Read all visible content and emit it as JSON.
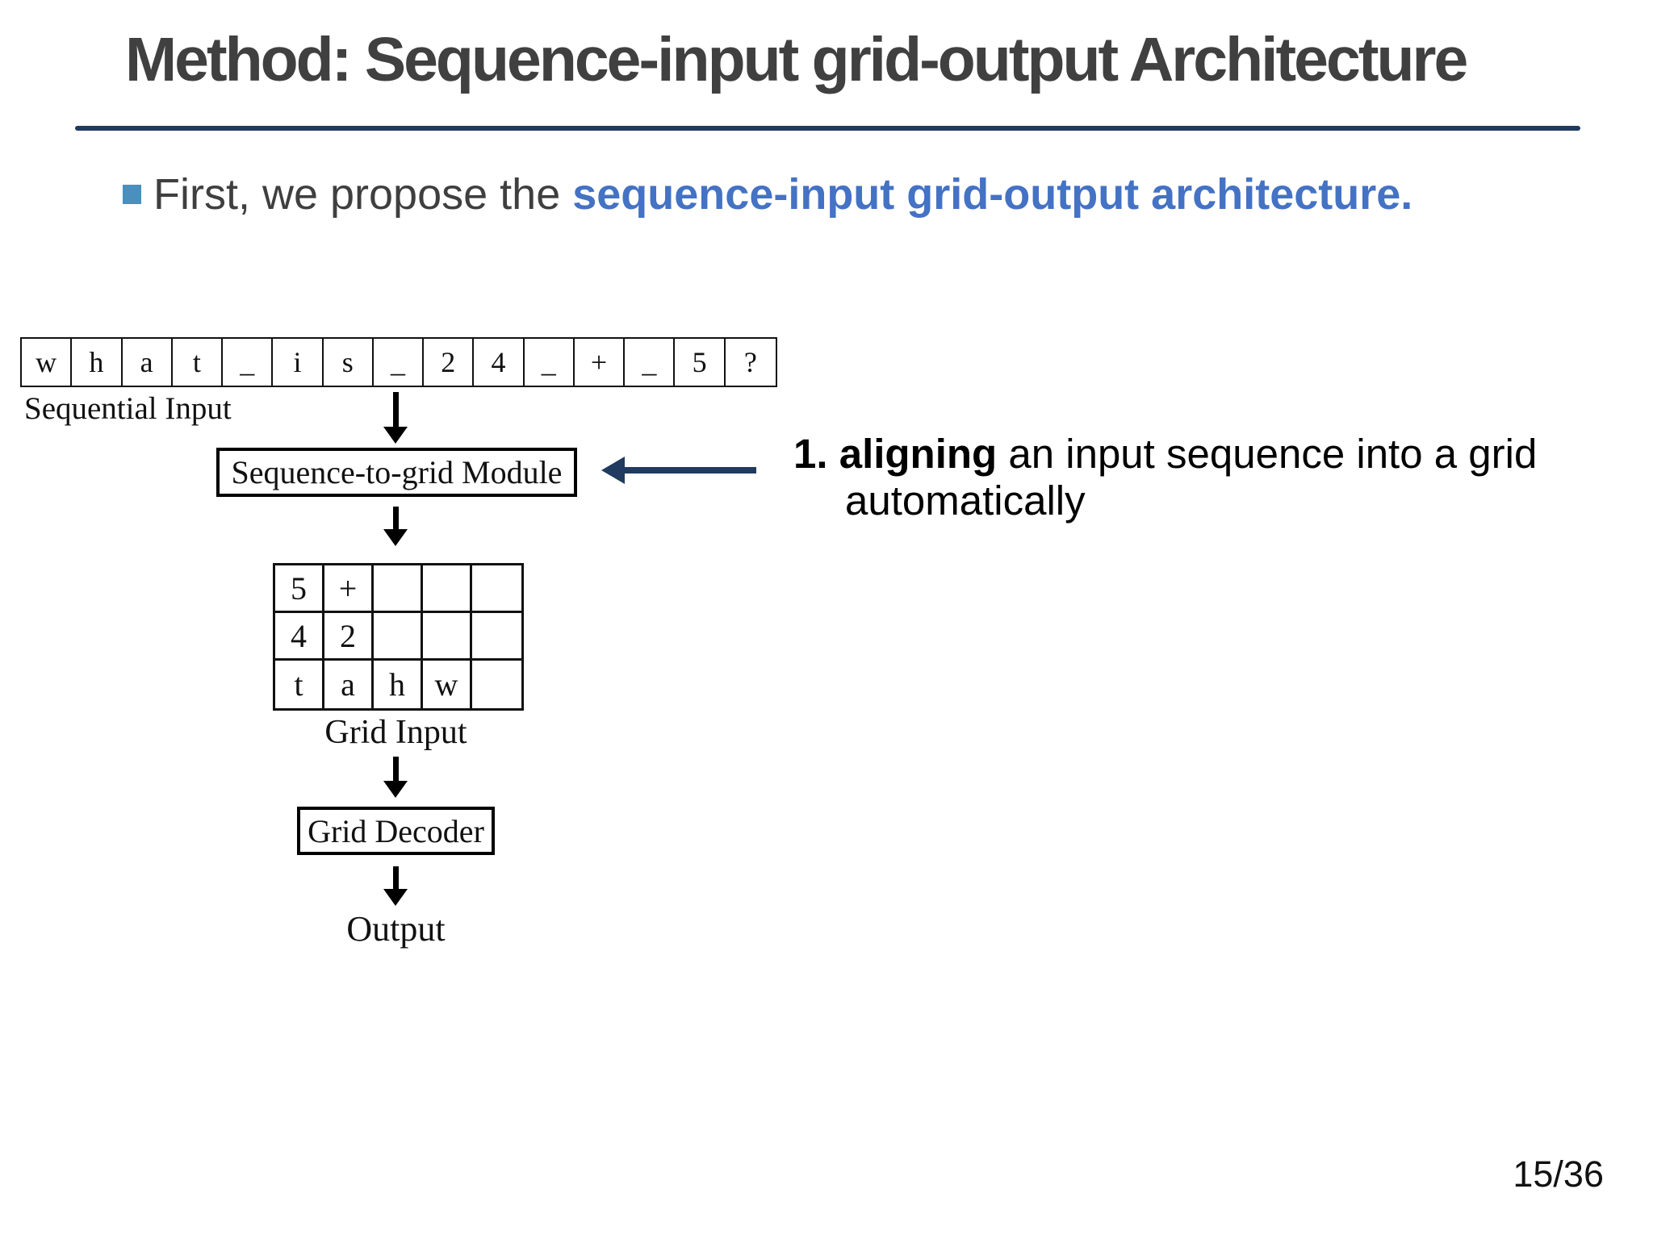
{
  "slide": {
    "title": "Method: Sequence-input grid-output Architecture",
    "page_number": "15/36"
  },
  "bullet": {
    "prefix": "First, we propose the ",
    "highlight": "sequence-input grid-output architecture."
  },
  "annotation": {
    "bold": "1. aligning",
    "rest": " an input sequence into a grid",
    "line2": "automatically"
  },
  "diagram": {
    "sequence_label": "Sequential Input",
    "sequence_cells": [
      "w",
      "h",
      "a",
      "t",
      "_",
      "i",
      "s",
      "_",
      "2",
      "4",
      "_",
      "+",
      "_",
      "5",
      "?"
    ],
    "module_label": "Sequence-to-grid Module",
    "grid_label": "Grid Input",
    "grid_rows": [
      [
        "5",
        "+",
        "",
        "",
        ""
      ],
      [
        "4",
        "2",
        "",
        "",
        ""
      ],
      [
        "t",
        "a",
        "h",
        "w",
        ""
      ]
    ],
    "decoder_label": "Grid Decoder",
    "output_label": "Output"
  },
  "colors": {
    "title_gray": "#404040",
    "body_gray": "#3F3F3F",
    "accent_blue": "#4472C4",
    "bullet_square": "#4A8FBE",
    "navy_rule_arrow": "#203A60",
    "diagram_black": "#111111"
  }
}
